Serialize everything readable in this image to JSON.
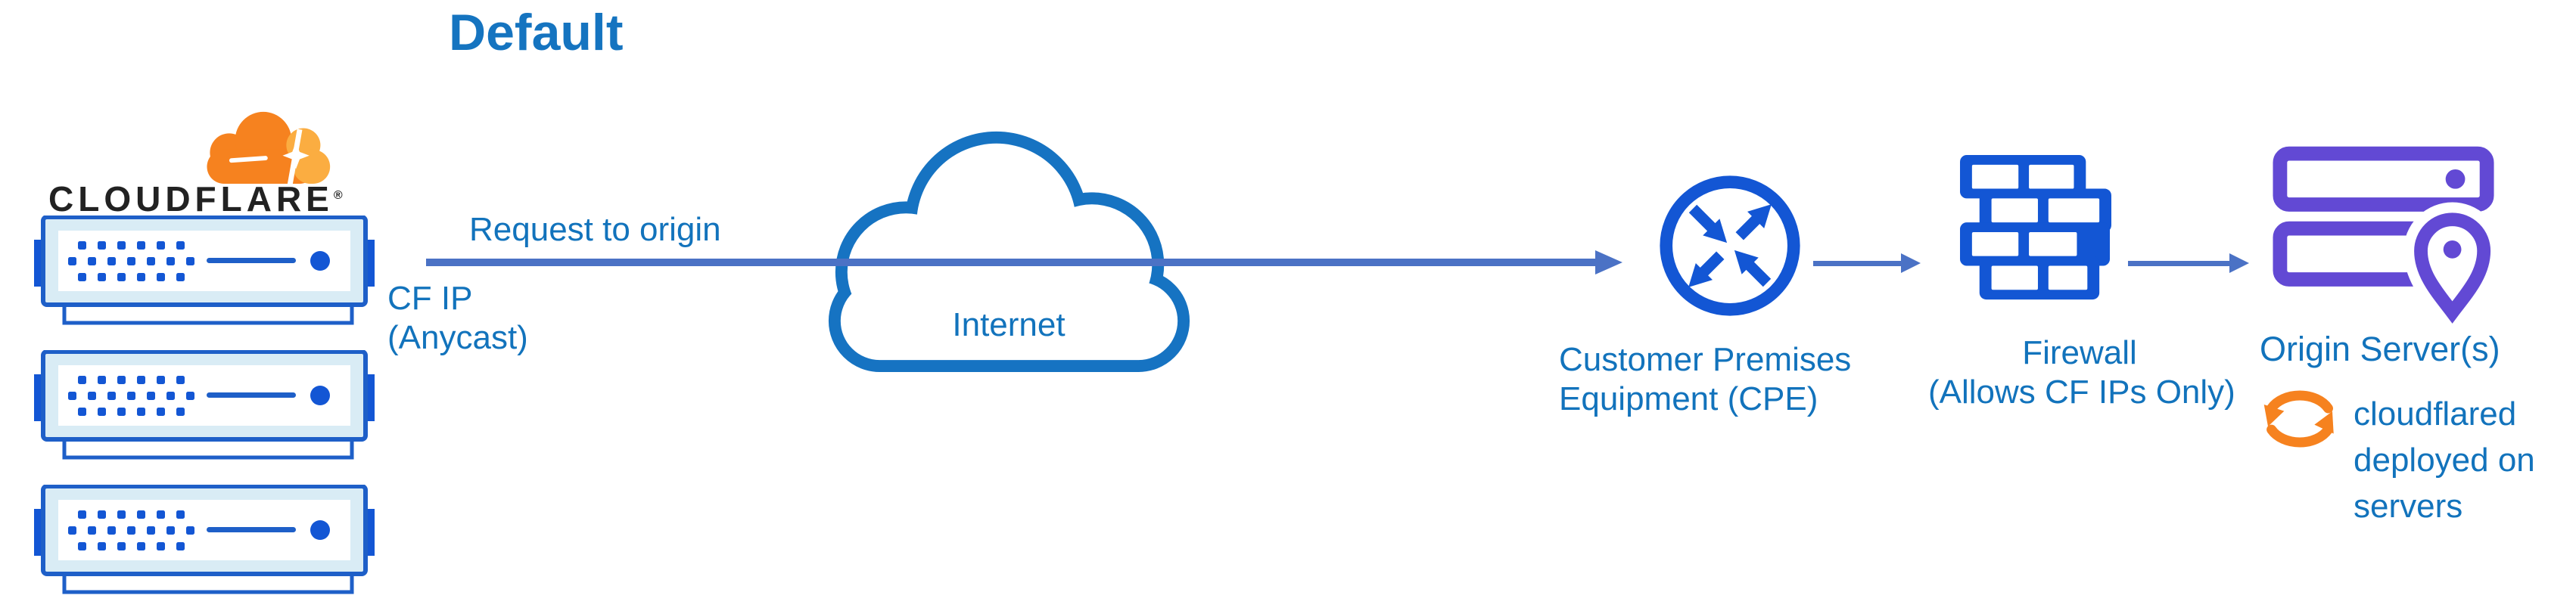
{
  "title": "Default",
  "logo": {
    "wordmark": "CLOUDFLARE",
    "registered_mark": "®"
  },
  "flow": {
    "request_label": "Request to origin",
    "source_ip_line1": "CF IP",
    "source_ip_line2": "(Anycast)"
  },
  "internet": {
    "label": "Internet"
  },
  "cpe": {
    "line1": "Customer Premises",
    "line2": "Equipment (CPE)"
  },
  "firewall": {
    "line1": "Firewall",
    "line2": "(Allows CF IPs Only)"
  },
  "origin": {
    "label": "Origin Server(s)",
    "note": {
      "line1": "cloudflared",
      "line2": "deployed on",
      "line3": "servers"
    }
  },
  "colors": {
    "text_blue": "#1273BC",
    "title_blue": "#1574C0",
    "icon_blue": "#1356D4",
    "server_outline_blue": "#1E5FC8",
    "pale_blue": "#D9ECF5",
    "cloud_blue": "#1673C2",
    "arrow_blue": "#4B72C5",
    "origin_purple": "#6249D4",
    "brand_orange": "#F6821F",
    "brand_orange_light": "#FBAD41",
    "wordmark_black": "#222222"
  }
}
